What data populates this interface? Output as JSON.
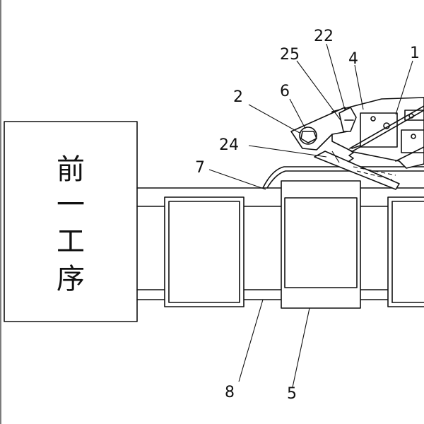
{
  "figure": {
    "prev_process_box": {
      "lines": [
        "前",
        "一",
        "工",
        "序"
      ]
    },
    "labels": [
      {
        "id": "22",
        "text": "22"
      },
      {
        "id": "25",
        "text": "25"
      },
      {
        "id": "4",
        "text": "4"
      },
      {
        "id": "1",
        "text": "1"
      },
      {
        "id": "2",
        "text": "2"
      },
      {
        "id": "6",
        "text": "6"
      },
      {
        "id": "24",
        "text": "24"
      },
      {
        "id": "7",
        "text": "7"
      },
      {
        "id": "8",
        "text": "8"
      },
      {
        "id": "5",
        "text": "5"
      }
    ]
  }
}
